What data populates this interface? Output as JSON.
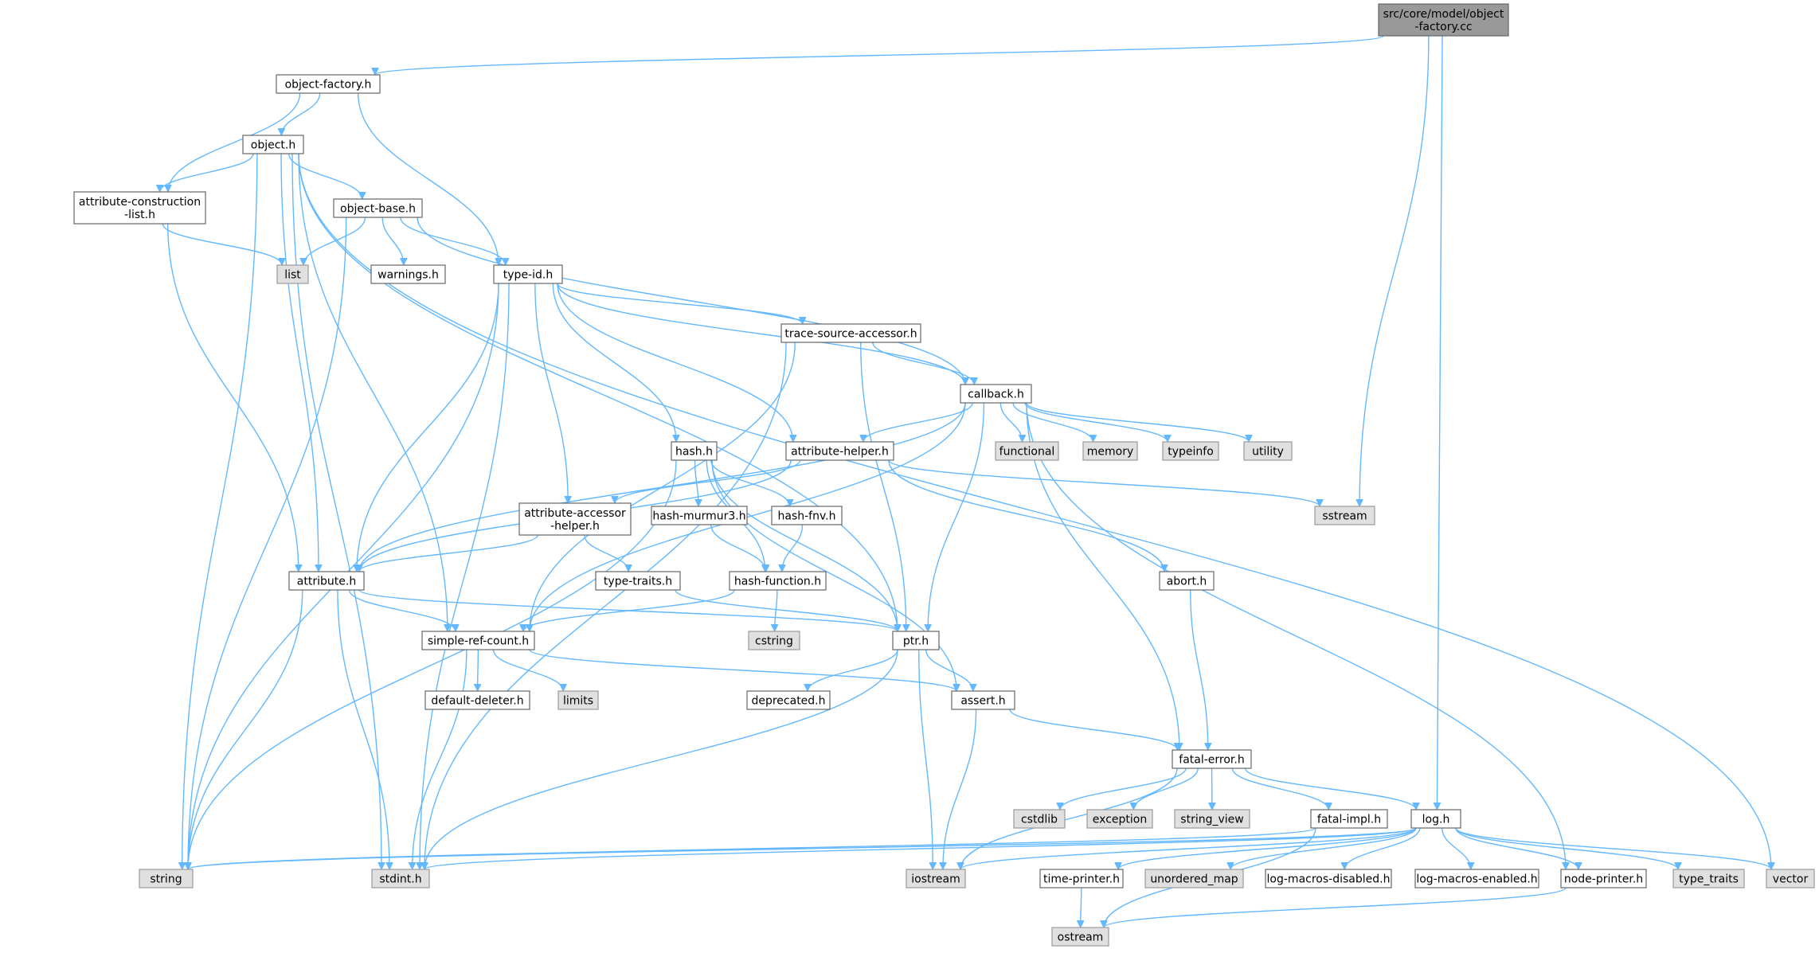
{
  "diagram": {
    "nodes": [
      {
        "id": "root",
        "label": [
          "src/core/model/object",
          "-factory.cc"
        ],
        "kind": "root"
      },
      {
        "id": "object-factory-h",
        "label": [
          "object-factory.h"
        ],
        "kind": "local"
      },
      {
        "id": "object-h",
        "label": [
          "object.h"
        ],
        "kind": "local"
      },
      {
        "id": "attribute-construction-list-h",
        "label": [
          "attribute-construction",
          "-list.h"
        ],
        "kind": "local"
      },
      {
        "id": "object-base-h",
        "label": [
          "object-base.h"
        ],
        "kind": "local"
      },
      {
        "id": "list",
        "label": [
          "list"
        ],
        "kind": "system"
      },
      {
        "id": "warnings-h",
        "label": [
          "warnings.h"
        ],
        "kind": "local"
      },
      {
        "id": "type-id-h",
        "label": [
          "type-id.h"
        ],
        "kind": "local"
      },
      {
        "id": "trace-source-accessor-h",
        "label": [
          "trace-source-accessor.h"
        ],
        "kind": "local"
      },
      {
        "id": "callback-h",
        "label": [
          "callback.h"
        ],
        "kind": "local"
      },
      {
        "id": "functional",
        "label": [
          "functional"
        ],
        "kind": "system"
      },
      {
        "id": "memory",
        "label": [
          "memory"
        ],
        "kind": "system"
      },
      {
        "id": "typeinfo",
        "label": [
          "typeinfo"
        ],
        "kind": "system"
      },
      {
        "id": "utility",
        "label": [
          "utility"
        ],
        "kind": "system"
      },
      {
        "id": "hash-h",
        "label": [
          "hash.h"
        ],
        "kind": "local"
      },
      {
        "id": "attribute-helper-h",
        "label": [
          "attribute-helper.h"
        ],
        "kind": "local"
      },
      {
        "id": "sstream",
        "label": [
          "sstream"
        ],
        "kind": "system"
      },
      {
        "id": "attribute-accessor-helper-h",
        "label": [
          "attribute-accessor",
          "-helper.h"
        ],
        "kind": "local"
      },
      {
        "id": "hash-murmur3-h",
        "label": [
          "hash-murmur3.h"
        ],
        "kind": "local"
      },
      {
        "id": "hash-fnv-h",
        "label": [
          "hash-fnv.h"
        ],
        "kind": "local"
      },
      {
        "id": "abort-h",
        "label": [
          "abort.h"
        ],
        "kind": "local"
      },
      {
        "id": "attribute-h",
        "label": [
          "attribute.h"
        ],
        "kind": "local"
      },
      {
        "id": "type-traits-h",
        "label": [
          "type-traits.h"
        ],
        "kind": "local"
      },
      {
        "id": "hash-function-h",
        "label": [
          "hash-function.h"
        ],
        "kind": "local"
      },
      {
        "id": "cstring",
        "label": [
          "cstring"
        ],
        "kind": "system"
      },
      {
        "id": "simple-ref-count-h",
        "label": [
          "simple-ref-count.h"
        ],
        "kind": "local"
      },
      {
        "id": "ptr-h",
        "label": [
          "ptr.h"
        ],
        "kind": "local"
      },
      {
        "id": "default-deleter-h",
        "label": [
          "default-deleter.h"
        ],
        "kind": "local"
      },
      {
        "id": "limits",
        "label": [
          "limits"
        ],
        "kind": "system"
      },
      {
        "id": "deprecated-h",
        "label": [
          "deprecated.h"
        ],
        "kind": "local"
      },
      {
        "id": "assert-h",
        "label": [
          "assert.h"
        ],
        "kind": "local"
      },
      {
        "id": "fatal-error-h",
        "label": [
          "fatal-error.h"
        ],
        "kind": "local"
      },
      {
        "id": "cstdlib",
        "label": [
          "cstdlib"
        ],
        "kind": "system"
      },
      {
        "id": "exception",
        "label": [
          "exception"
        ],
        "kind": "system"
      },
      {
        "id": "string_view",
        "label": [
          "string_view"
        ],
        "kind": "system"
      },
      {
        "id": "fatal-impl-h",
        "label": [
          "fatal-impl.h"
        ],
        "kind": "local"
      },
      {
        "id": "log-h",
        "label": [
          "log.h"
        ],
        "kind": "local"
      },
      {
        "id": "string",
        "label": [
          "string"
        ],
        "kind": "system"
      },
      {
        "id": "stdint-h",
        "label": [
          "stdint.h"
        ],
        "kind": "system"
      },
      {
        "id": "iostream",
        "label": [
          "iostream"
        ],
        "kind": "system"
      },
      {
        "id": "time-printer-h",
        "label": [
          "time-printer.h"
        ],
        "kind": "local"
      },
      {
        "id": "unordered_map",
        "label": [
          "unordered_map"
        ],
        "kind": "system"
      },
      {
        "id": "log-macros-disabled-h",
        "label": [
          "log-macros-disabled.h"
        ],
        "kind": "local"
      },
      {
        "id": "log-macros-enabled-h",
        "label": [
          "log-macros-enabled.h"
        ],
        "kind": "local"
      },
      {
        "id": "node-printer-h",
        "label": [
          "node-printer.h"
        ],
        "kind": "local"
      },
      {
        "id": "type_traits",
        "label": [
          "type_traits"
        ],
        "kind": "system"
      },
      {
        "id": "vector",
        "label": [
          "vector"
        ],
        "kind": "system"
      },
      {
        "id": "ostream",
        "label": [
          "ostream"
        ],
        "kind": "system"
      }
    ],
    "edges": [
      [
        "root",
        "object-factory-h"
      ],
      [
        "root",
        "sstream"
      ],
      [
        "root",
        "log-h"
      ],
      [
        "object-factory-h",
        "object-h"
      ],
      [
        "object-factory-h",
        "attribute-construction-list-h"
      ],
      [
        "object-factory-h",
        "type-id-h"
      ],
      [
        "object-h",
        "attribute-construction-list-h"
      ],
      [
        "object-h",
        "object-base-h"
      ],
      [
        "object-h",
        "attribute-h"
      ],
      [
        "object-h",
        "simple-ref-count-h"
      ],
      [
        "object-h",
        "ptr-h"
      ],
      [
        "object-h",
        "string"
      ],
      [
        "object-h",
        "stdint-h"
      ],
      [
        "object-h",
        "vector"
      ],
      [
        "attribute-construction-list-h",
        "list"
      ],
      [
        "attribute-construction-list-h",
        "attribute-h"
      ],
      [
        "object-base-h",
        "list"
      ],
      [
        "object-base-h",
        "warnings-h"
      ],
      [
        "object-base-h",
        "type-id-h"
      ],
      [
        "object-base-h",
        "callback-h"
      ],
      [
        "object-base-h",
        "string"
      ],
      [
        "type-id-h",
        "trace-source-accessor-h"
      ],
      [
        "type-id-h",
        "callback-h"
      ],
      [
        "type-id-h",
        "hash-h"
      ],
      [
        "type-id-h",
        "attribute-helper-h"
      ],
      [
        "type-id-h",
        "attribute-accessor-helper-h"
      ],
      [
        "type-id-h",
        "attribute-h"
      ],
      [
        "type-id-h",
        "string"
      ],
      [
        "type-id-h",
        "stdint-h"
      ],
      [
        "trace-source-accessor-h",
        "callback-h"
      ],
      [
        "trace-source-accessor-h",
        "simple-ref-count-h"
      ],
      [
        "trace-source-accessor-h",
        "ptr-h"
      ],
      [
        "trace-source-accessor-h",
        "stdint-h"
      ],
      [
        "callback-h",
        "functional"
      ],
      [
        "callback-h",
        "memory"
      ],
      [
        "callback-h",
        "typeinfo"
      ],
      [
        "callback-h",
        "utility"
      ],
      [
        "callback-h",
        "attribute-helper-h"
      ],
      [
        "callback-h",
        "attribute-h"
      ],
      [
        "callback-h",
        "simple-ref-count-h"
      ],
      [
        "callback-h",
        "ptr-h"
      ],
      [
        "callback-h",
        "fatal-error-h"
      ],
      [
        "callback-h",
        "node-printer-h"
      ],
      [
        "hash-h",
        "hash-murmur3-h"
      ],
      [
        "hash-h",
        "hash-fnv-h"
      ],
      [
        "hash-h",
        "hash-function-h"
      ],
      [
        "hash-h",
        "ptr-h"
      ],
      [
        "hash-h",
        "assert-h"
      ],
      [
        "hash-h",
        "string"
      ],
      [
        "attribute-helper-h",
        "attribute-accessor-helper-h"
      ],
      [
        "attribute-helper-h",
        "sstream"
      ],
      [
        "attribute-helper-h",
        "abort-h"
      ],
      [
        "attribute-helper-h",
        "attribute-h"
      ],
      [
        "attribute-accessor-helper-h",
        "attribute-h"
      ],
      [
        "attribute-accessor-helper-h",
        "type-traits-h"
      ],
      [
        "hash-murmur3-h",
        "hash-function-h"
      ],
      [
        "hash-fnv-h",
        "hash-function-h"
      ],
      [
        "abort-h",
        "fatal-error-h"
      ],
      [
        "attribute-h",
        "simple-ref-count-h"
      ],
      [
        "attribute-h",
        "ptr-h"
      ],
      [
        "attribute-h",
        "string"
      ],
      [
        "attribute-h",
        "stdint-h"
      ],
      [
        "type-traits-h",
        "ptr-h"
      ],
      [
        "hash-function-h",
        "cstring"
      ],
      [
        "hash-function-h",
        "simple-ref-count-h"
      ],
      [
        "simple-ref-count-h",
        "default-deleter-h"
      ],
      [
        "simple-ref-count-h",
        "limits"
      ],
      [
        "simple-ref-count-h",
        "assert-h"
      ],
      [
        "simple-ref-count-h",
        "stdint-h"
      ],
      [
        "ptr-h",
        "deprecated-h"
      ],
      [
        "ptr-h",
        "assert-h"
      ],
      [
        "ptr-h",
        "iostream"
      ],
      [
        "ptr-h",
        "stdint-h"
      ],
      [
        "assert-h",
        "fatal-error-h"
      ],
      [
        "assert-h",
        "iostream"
      ],
      [
        "fatal-error-h",
        "cstdlib"
      ],
      [
        "fatal-error-h",
        "exception"
      ],
      [
        "fatal-error-h",
        "string_view"
      ],
      [
        "fatal-error-h",
        "fatal-impl-h"
      ],
      [
        "fatal-error-h",
        "log-h"
      ],
      [
        "fatal-error-h",
        "iostream"
      ],
      [
        "fatal-impl-h",
        "ostream"
      ],
      [
        "fatal-impl-h",
        "string"
      ],
      [
        "log-h",
        "string"
      ],
      [
        "log-h",
        "stdint-h"
      ],
      [
        "log-h",
        "iostream"
      ],
      [
        "log-h",
        "time-printer-h"
      ],
      [
        "log-h",
        "unordered_map"
      ],
      [
        "log-h",
        "log-macros-disabled-h"
      ],
      [
        "log-h",
        "log-macros-enabled-h"
      ],
      [
        "log-h",
        "node-printer-h"
      ],
      [
        "log-h",
        "type_traits"
      ],
      [
        "log-h",
        "vector"
      ],
      [
        "time-printer-h",
        "ostream"
      ],
      [
        "node-printer-h",
        "ostream"
      ]
    ],
    "colors": {
      "edge": "#63b8ff",
      "root_fill": "#999999",
      "system_fill": "#e0e0e0",
      "local_fill": "#ffffff",
      "border": "#666666"
    }
  }
}
